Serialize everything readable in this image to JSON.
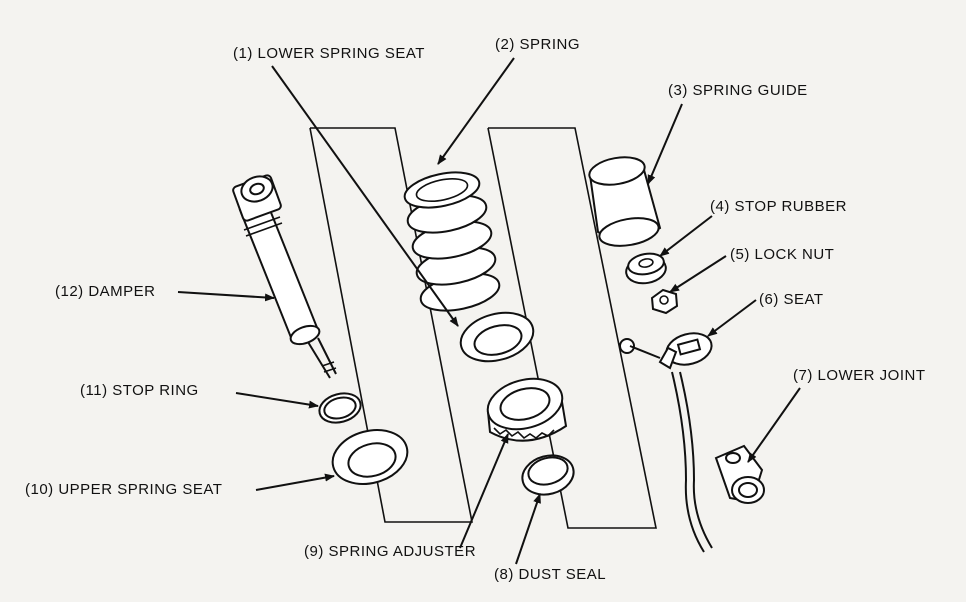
{
  "labels": {
    "lower_spring_seat": "(1) LOWER SPRING SEAT",
    "spring": "(2) SPRING",
    "spring_guide": "(3) SPRING GUIDE",
    "stop_rubber": "(4) STOP RUBBER",
    "lock_nut": "(5) LOCK NUT",
    "seat": "(6) SEAT",
    "lower_joint": "(7) LOWER JOINT",
    "dust_seal": "(8) DUST SEAL",
    "spring_adjuster": "(9) SPRING ADJUSTER",
    "upper_spring_seat": "(10) UPPER SPRING SEAT",
    "stop_ring": "(11) STOP RING",
    "damper": "(12) DAMPER"
  },
  "colors": {
    "paper": "#f4f3f0",
    "ink": "#111111"
  }
}
